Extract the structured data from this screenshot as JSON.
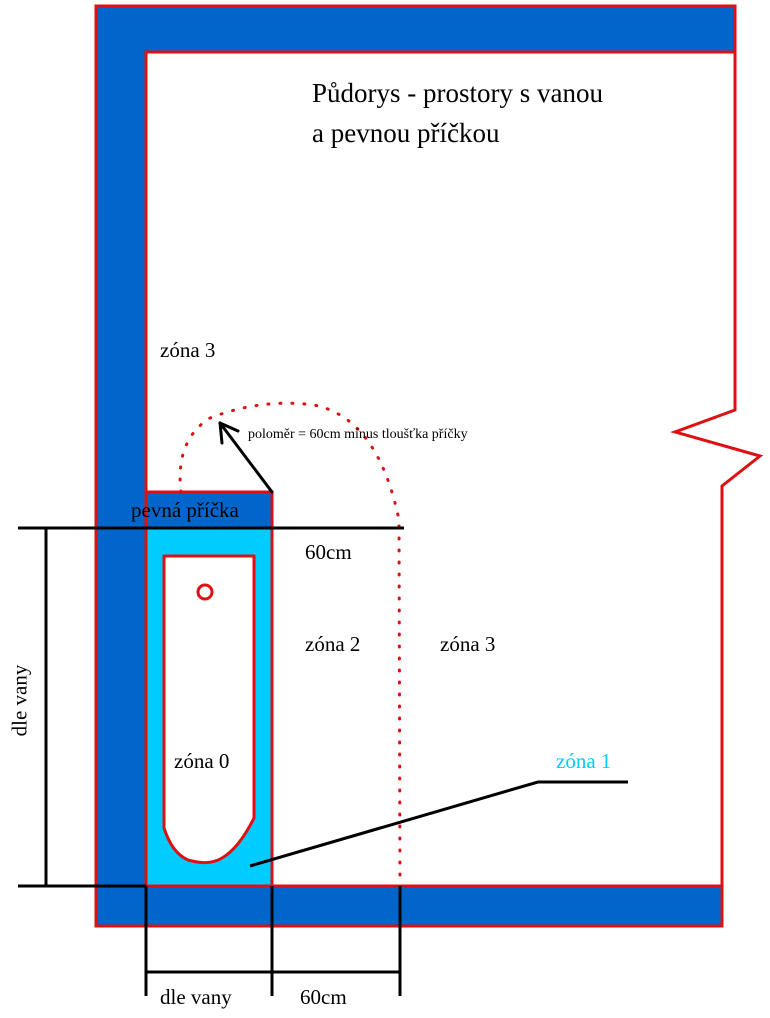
{
  "title": {
    "line1": "Půdorys - prostory s vanou",
    "line2": "a pevnou příčkou"
  },
  "labels": {
    "zone3_upper": "zóna 3",
    "zone3_right": "zóna 3",
    "zone2": "zóna 2",
    "zone1": "zóna 1",
    "zone0": "zóna 0",
    "radius_note": "poloměr = 60cm mínus tloušťka příčky",
    "partition": "pevná příčka",
    "dim_60cm_top": "60cm",
    "dim_bath_side": "dle vany",
    "dim_bath_bottom": "dle vany",
    "dim_60cm_bottom": "60cm"
  },
  "colors": {
    "wall": "#0066cc",
    "outline": "#dd1111",
    "zone1_fill": "#00ccff",
    "zone1_text": "#00ccff",
    "lines": "#000000",
    "background": "#ffffff"
  }
}
